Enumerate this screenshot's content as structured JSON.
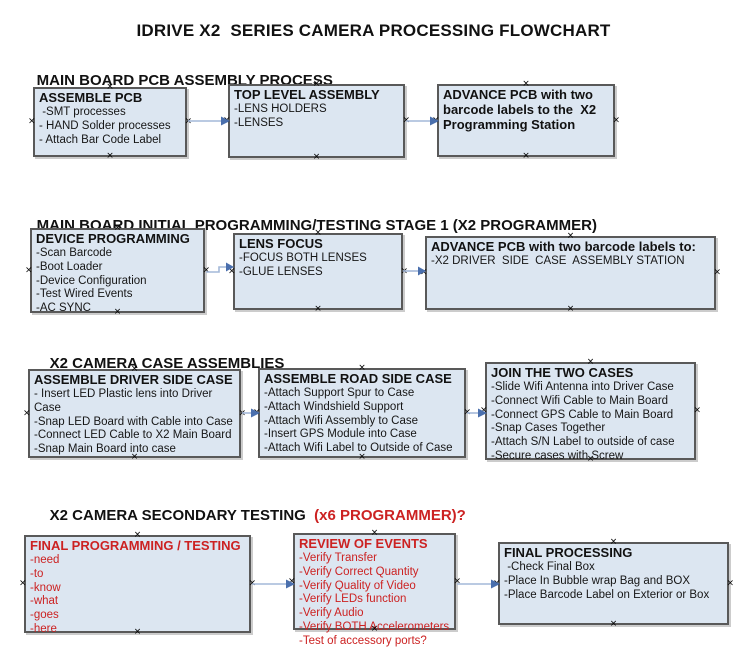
{
  "palette": {
    "box_fill": "#dce6f1",
    "box_border": "#595959",
    "text_black": "#111111",
    "red": "#cc2222",
    "arrow_line": "#a3b8d8",
    "arrow_head": "#4a6fad"
  },
  "decorations": {
    "anchor_glyph": "×"
  },
  "title": "IDRIVE X2  SERIES CAMERA PROCESSING FLOWCHART",
  "sections": [
    {
      "header": "MAIN BOARD PCB ASSEMBLY PROCESS",
      "header_suffix": "",
      "boxes": [
        {
          "title": "ASSEMBLE PCB",
          "items": [
            " -SMT processes",
            "- HAND Solder processes",
            "- Attach Bar Code Label"
          ]
        },
        {
          "title": "TOP LEVEL ASSEMBLY",
          "items": [
            "-LENS HOLDERS",
            "-LENSES"
          ]
        },
        {
          "title": "ADVANCE PCB with two barcode labels to the  X2 Programming Station",
          "items": []
        }
      ]
    },
    {
      "header": "MAIN BOARD INITIAL PROGRAMMING/TESTING STAGE 1 (X2 PROGRAMMER)",
      "header_suffix": "",
      "boxes": [
        {
          "title": "DEVICE PROGRAMMING",
          "items": [
            "-Scan Barcode",
            "-Boot Loader",
            "-Device Configuration",
            "-Test Wired Events",
            "-AC SYNC"
          ]
        },
        {
          "title": "LENS FOCUS",
          "items": [
            "-FOCUS BOTH LENSES",
            "-GLUE LENSES"
          ]
        },
        {
          "title": "ADVANCE PCB with two barcode labels to:",
          "items": [
            "-X2 DRIVER  SIDE  CASE  ASSEMBLY STATION"
          ]
        }
      ]
    },
    {
      "header": "X2 CAMERA CASE ASSEMBLIES",
      "header_suffix": "",
      "boxes": [
        {
          "title": "ASSEMBLE DRIVER SIDE CASE",
          "items": [
            "- Insert LED Plastic lens into Driver Case",
            "-Snap LED Board with Cable into Case",
            "-Connect LED Cable to X2 Main Board",
            "-Snap Main Board into case"
          ]
        },
        {
          "title": "ASSEMBLE ROAD SIDE CASE",
          "items": [
            "-Attach Support Spur to Case",
            "-Attach Windshield Support",
            "-Attach Wifi Assembly to Case",
            "-Insert GPS Module into Case",
            "-Attach Wifi Label to Outside of Case"
          ]
        },
        {
          "title": "JOIN THE TWO CASES",
          "items": [
            "-Slide Wifi Antenna into Driver Case",
            "-Connect Wifi Cable to Main Board",
            "-Connect GPS Cable to Main Board",
            "-Snap Cases Together",
            "-Attach S/N Label to outside of case",
            "-Secure cases with Screw"
          ]
        }
      ]
    },
    {
      "header": "X2 CAMERA SECONDARY TESTING",
      "header_suffix": "  (x6 PROGRAMMER)?",
      "boxes": [
        {
          "title": "FINAL PROGRAMMING / TESTING",
          "items": [
            "-need",
            "-to",
            "-know",
            "-what",
            "-goes",
            "-here"
          ]
        },
        {
          "title": "REVIEW OF EVENTS",
          "items": [
            "-Verify Transfer",
            "-Verify Correct Quantity",
            "-Verify Quality of Video",
            "-Verify LEDs function",
            "-Verify Audio",
            "-Verify BOTH Accelerometers",
            "-Test of accessory ports?"
          ]
        },
        {
          "title": "FINAL PROCESSING",
          "items": [
            " -Check Final Box",
            "-Place In Bubble wrap Bag and BOX",
            "-Place Barcode Label on Exterior or Box"
          ]
        }
      ]
    }
  ]
}
